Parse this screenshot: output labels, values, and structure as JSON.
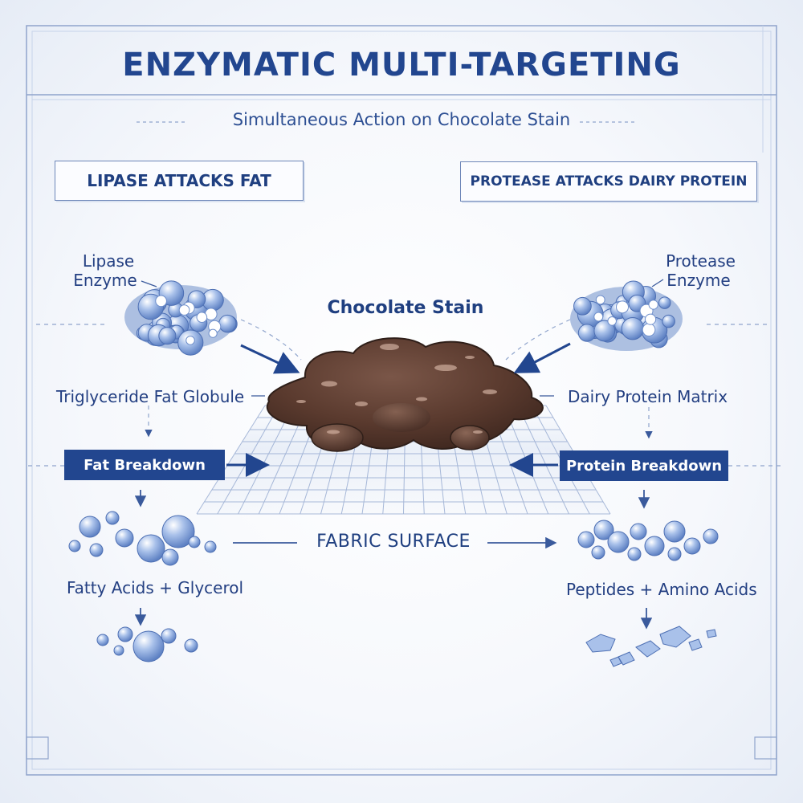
{
  "title": "ENZYMATIC MULTI-TARGETING",
  "subtitle": "Simultaneous Action on Chocolate Stain",
  "left_header": "LIPASE ATTACKS FAT",
  "right_header": "PROTEASE ATTACKS DAIRY PROTEIN",
  "center_label": "Chocolate Stain",
  "left": {
    "enzyme_label_line1": "Lipase",
    "enzyme_label_line2": "Enzyme",
    "substrate_label": "Triglyceride Fat Globule",
    "action_label": "Fat Breakdown",
    "products_label": "Fatty Acids + Glycerol"
  },
  "right": {
    "enzyme_label_line1": "Protease",
    "enzyme_label_line2": "Enzyme",
    "substrate_label": "Dairy Protein Matrix",
    "action_label": "Protein Breakdown",
    "products_label": "Peptides + Amino Acids"
  },
  "fabric_label": "FABRIC SURFACE",
  "colors": {
    "primary": "#22468f",
    "enzyme_fill": "#7f9fd6",
    "stain": "#5a3a2e"
  }
}
